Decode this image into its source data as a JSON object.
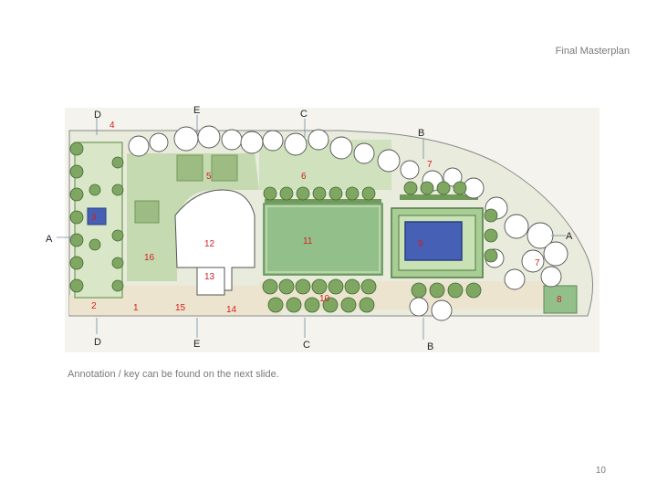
{
  "slide": {
    "title": "Final Masterplan",
    "footnote": "Annotation / key can be found on the next slide.",
    "page_number": "10"
  },
  "plan": {
    "colors": {
      "paper": "#f4f3ee",
      "lawn": "#b9d3a3",
      "hedge": "#6f9a58",
      "paving": "#ece4cf",
      "water": "#4560b4",
      "house": "#ffffff",
      "tree_fill": "#ffffff",
      "tree_stroke": "#555555",
      "label_red": "#d21f1f"
    },
    "section_labels": {
      "a_left": "A",
      "a_right": "A",
      "b_top": "B",
      "b_bottom": "B",
      "c_top": "C",
      "c_bottom": "C",
      "d_top": "D",
      "d_bottom": "D",
      "e_top": "E",
      "e_bottom": "E"
    },
    "area_numbers": {
      "n1": "1",
      "n2": "2",
      "n3": "3",
      "n4": "4",
      "n5": "5",
      "n6": "6",
      "n7a": "7",
      "n7b": "7",
      "n8": "8",
      "n9": "9",
      "n10": "10",
      "n11": "11",
      "n12": "12",
      "n13": "13",
      "n14": "14",
      "n15": "15",
      "n16": "16"
    }
  }
}
